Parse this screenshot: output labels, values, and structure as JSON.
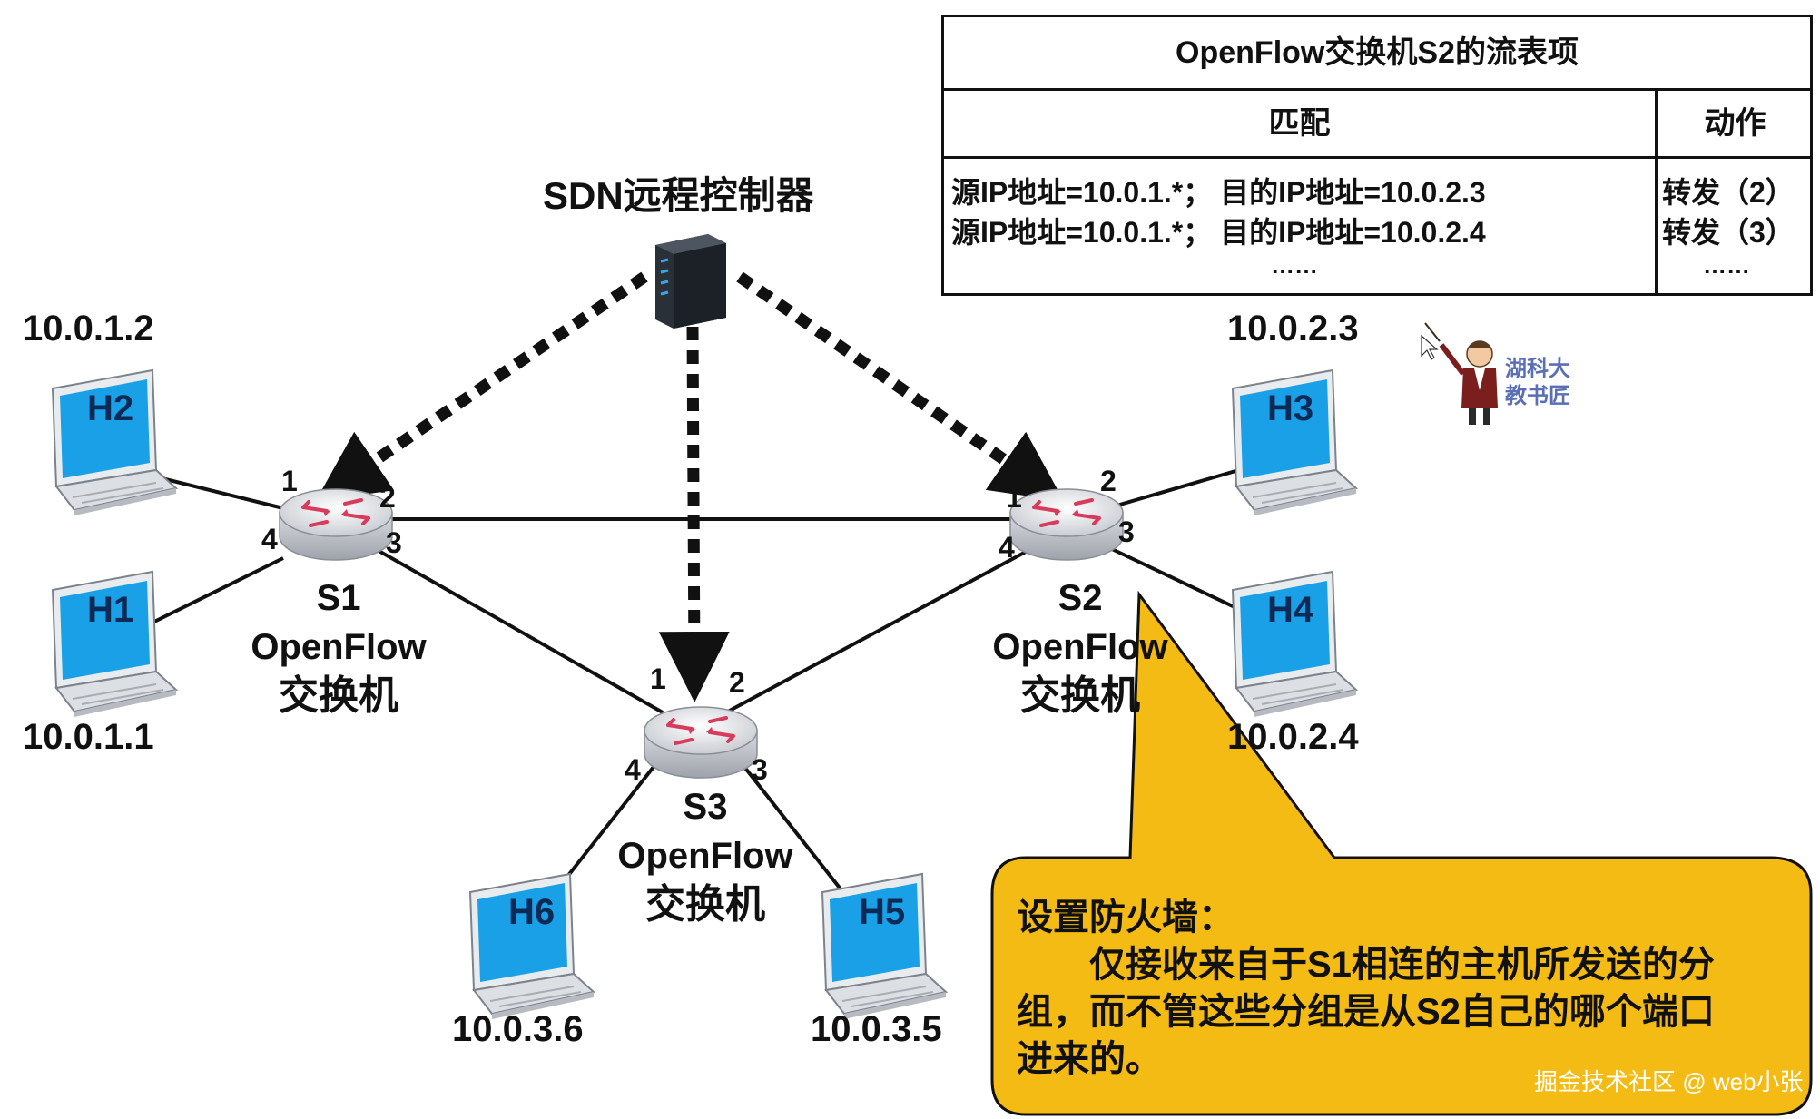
{
  "controller": {
    "title": "SDN远程控制器"
  },
  "switches": [
    {
      "id": "S1",
      "line1": "OpenFlow",
      "line2": "交换机",
      "ports": [
        "1",
        "2",
        "3",
        "4"
      ]
    },
    {
      "id": "S2",
      "line1": "OpenFlow",
      "line2": "交换机",
      "ports": [
        "1",
        "2",
        "3",
        "4"
      ]
    },
    {
      "id": "S3",
      "line1": "OpenFlow",
      "line2": "交换机",
      "ports": [
        "1",
        "2",
        "3",
        "4"
      ]
    }
  ],
  "hosts": [
    {
      "name": "H2",
      "ip": "10.0.1.2"
    },
    {
      "name": "H1",
      "ip": "10.0.1.1"
    },
    {
      "name": "H3",
      "ip": "10.0.2.3"
    },
    {
      "name": "H4",
      "ip": "10.0.2.4"
    },
    {
      "name": "H6",
      "ip": "10.0.3.6"
    },
    {
      "name": "H5",
      "ip": "10.0.3.5"
    }
  ],
  "flow_table": {
    "title": "OpenFlow交换机S2的流表项",
    "header_match": "匹配",
    "header_action": "动作",
    "rows": [
      {
        "match": "源IP地址=10.0.1.*； 目的IP地址=10.0.2.3",
        "action": "转发（2）"
      },
      {
        "match": "源IP地址=10.0.1.*； 目的IP地址=10.0.2.4",
        "action": "转发（3）"
      },
      {
        "match": "……",
        "action": "……"
      }
    ]
  },
  "callout": {
    "line1": "设置防火墙：",
    "line2": "仅接收来自于S1相连的主机所发送的分",
    "line3": "组，而不管这些分组是从S2自己的哪个端口",
    "line4": "进来的。",
    "color": "#f4bb14"
  },
  "teacher": {
    "line1": "湖科大",
    "line2": "教书匠"
  },
  "watermark": "掘金技术社区 @ web小张"
}
